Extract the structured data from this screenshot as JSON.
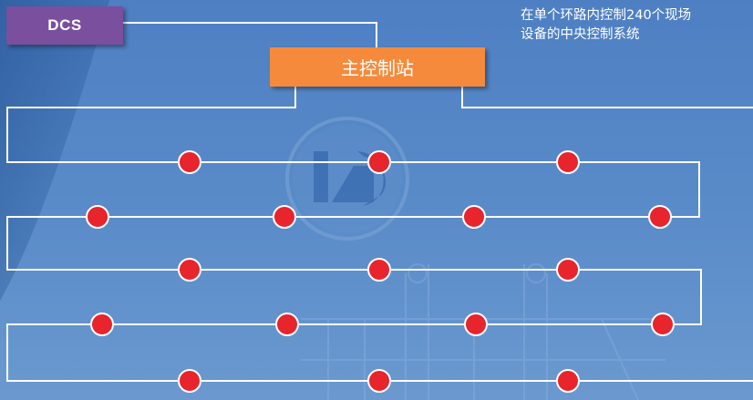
{
  "badge": {
    "label": "DCS",
    "color": "#7a4f9e"
  },
  "main_station": {
    "label": "主控制站",
    "color": "#f58a3c"
  },
  "description": {
    "line1": "在单个环路内控制240个现场",
    "line2": "设备的中央控制系统"
  },
  "node_color": "#e8242c",
  "line_color": "#ffffff",
  "logo_icon": "company-logo-icon"
}
